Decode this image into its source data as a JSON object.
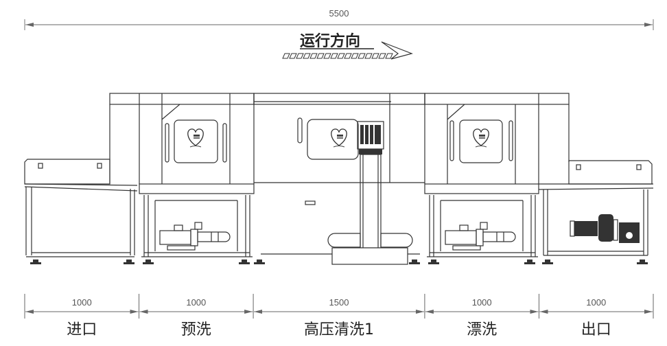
{
  "drawing": {
    "overall_dimension": "5500",
    "direction_label": "运行方向",
    "direction_icon": "arrow-right-icon",
    "logo_icon": "heart-logo-icon",
    "sections": [
      {
        "id": "inlet",
        "dimension": "1000",
        "label": "进口",
        "length_mm": 1000
      },
      {
        "id": "prewash",
        "dimension": "1000",
        "label": "预洗",
        "length_mm": 1000
      },
      {
        "id": "highpressure",
        "dimension": "1500",
        "label": "高压清洗1",
        "length_mm": 1500
      },
      {
        "id": "rinse",
        "dimension": "1000",
        "label": "漂洗",
        "length_mm": 1000
      },
      {
        "id": "outlet",
        "dimension": "1000",
        "label": "出口",
        "length_mm": 1000
      }
    ]
  },
  "colors": {
    "line": "#333333",
    "dimension": "#555555",
    "background": "#ffffff"
  }
}
